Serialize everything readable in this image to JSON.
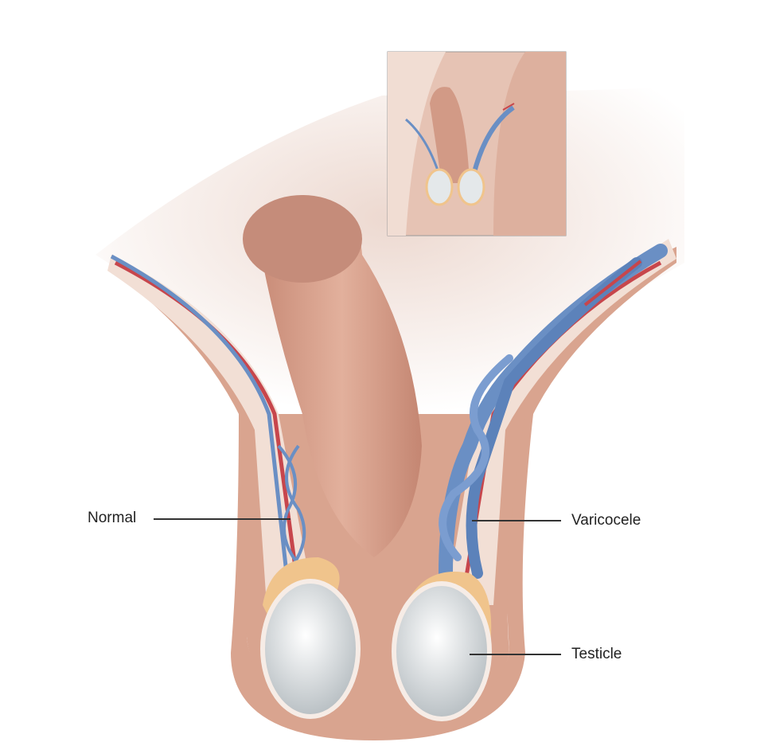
{
  "labels": {
    "normal": "Normal",
    "varicocele": "Varicocele",
    "testicle": "Testicle"
  },
  "colors": {
    "skin": "#d9a48f",
    "skin_light": "#efd8cc",
    "vein": "#6a8fc4",
    "artery": "#c7464c",
    "epididymis": "#f0c48c",
    "testicle": "#e4e8ea"
  },
  "inset": {
    "description_visible": false
  }
}
